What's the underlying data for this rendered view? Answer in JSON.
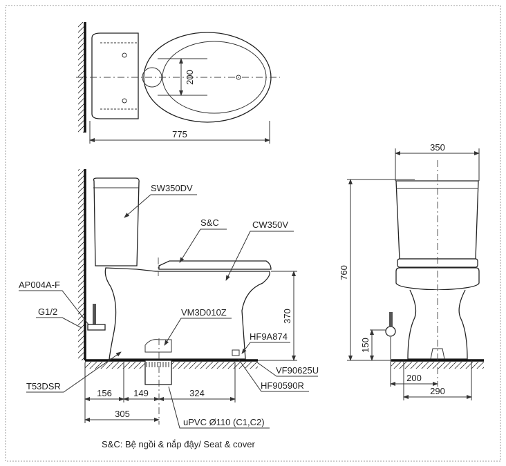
{
  "top_view": {
    "dim_width": "200",
    "dim_length": "775"
  },
  "side_view": {
    "labels": {
      "tank": "SW350DV",
      "seat_cover": "S&C",
      "bowl": "CW350V",
      "angle_valve": "AP004A-F",
      "inlet_thread": "G1/2",
      "flange": "VM3D010Z",
      "bolt": "HF9A874",
      "cap": "VF90625U",
      "washer": "HF90590R",
      "hose": "T53DSR",
      "drain_pipe": "uPVC Ø110 (C1,C2)"
    },
    "dims": {
      "height_bowl": "370",
      "d156": "156",
      "d149": "149",
      "d324": "324",
      "d305": "305"
    }
  },
  "front_view": {
    "dim_width": "350",
    "dim_height": "760",
    "dim_inlet_height": "150",
    "dim_inlet_offset": "200",
    "dim_base": "290"
  },
  "footnote": "S&C: Bệ ngồi & nắp đậy/ Seat & cover"
}
